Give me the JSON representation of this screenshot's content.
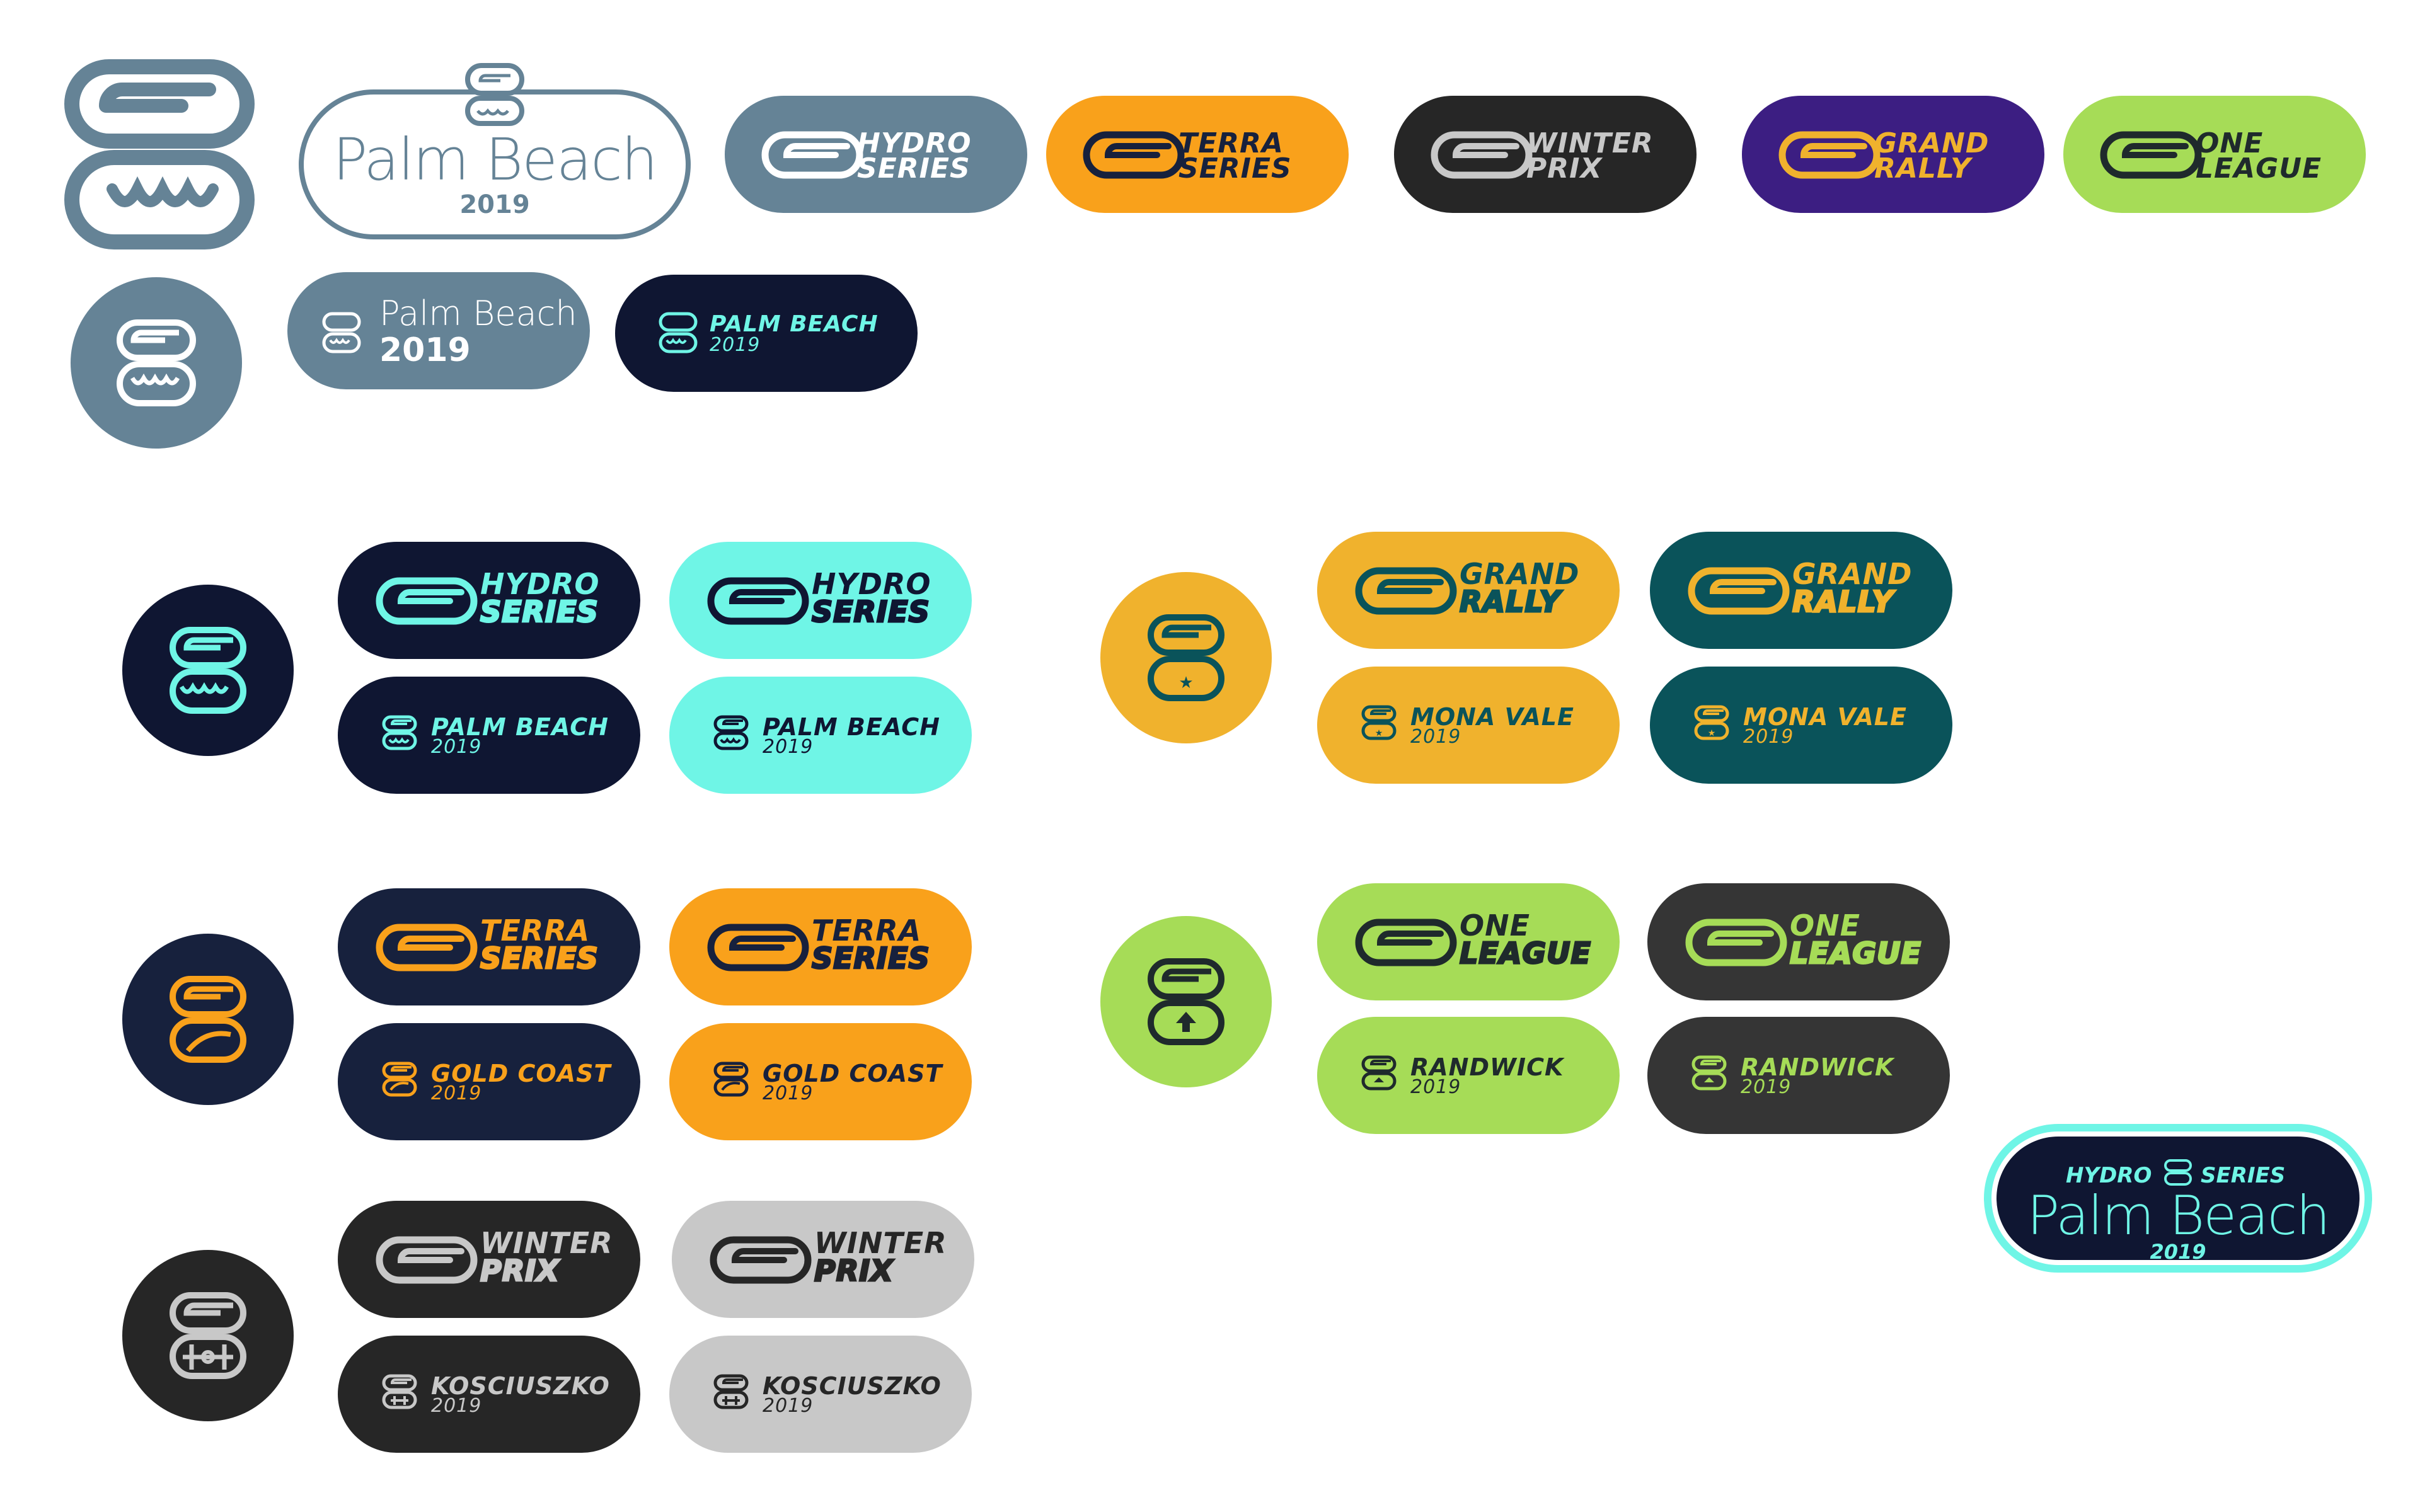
{
  "top_logos": {
    "palm_beach_outline": {
      "city": "Palm Beach",
      "year": "2019"
    },
    "palm_beach_badge": {
      "city": "Palm Beach",
      "year": "2019"
    },
    "palm_beach_dark": {
      "city": "PALM BEACH",
      "year": "2019"
    },
    "series": [
      {
        "l1": "HYDRO",
        "l2": "SERIES",
        "bg": "#658396",
        "fg": "#ffffff"
      },
      {
        "l1": "TERRA",
        "l2": "SERIES",
        "bg": "#f9a11b",
        "fg": "#17213d"
      },
      {
        "l1": "WINTER",
        "l2": "PRIX",
        "bg": "#262626",
        "fg": "#c8c8c8"
      },
      {
        "l1": "GRAND",
        "l2": "RALLY",
        "bg": "#3c1e82",
        "fg": "#f0b22d"
      },
      {
        "l1": "ONE",
        "l2": "LEAGUE",
        "bg": "#a6dc57",
        "fg": "#1f2a2c"
      }
    ]
  },
  "hydro": {
    "series": {
      "l1": "HYDRO",
      "l2": "SERIES"
    },
    "event": {
      "city": "PALM BEACH",
      "year": "2019"
    },
    "colors": {
      "dark": "#0f1632",
      "accent": "#6ff5e6"
    }
  },
  "terra": {
    "series": {
      "l1": "TERRA",
      "l2": "SERIES"
    },
    "event": {
      "city": "GOLD COAST",
      "year": "2019"
    },
    "colors": {
      "dark": "#17213d",
      "accent": "#f9a11b"
    }
  },
  "winter": {
    "series": {
      "l1": "WINTER",
      "l2": "PRIX"
    },
    "event": {
      "city": "KOSCIUSZKO",
      "year": "2019"
    },
    "colors": {
      "dark": "#262626",
      "accent": "#c8c8c8"
    }
  },
  "grand": {
    "series": {
      "l1": "GRAND",
      "l2": "RALLY"
    },
    "event": {
      "city": "MONA VALE",
      "year": "2019"
    },
    "colors": {
      "gold": "#f0b22d",
      "teal": "#0a535a",
      "ink": "#0a535a"
    }
  },
  "one": {
    "series": {
      "l1": "ONE",
      "l2": "LEAGUE"
    },
    "event": {
      "city": "RANDWICK",
      "year": "2019"
    },
    "colors": {
      "lime": "#a6dc57",
      "dark": "#353535",
      "ink": "#1f2a2c"
    }
  },
  "feature_badge": {
    "left": "HYDRO",
    "right": "SERIES",
    "city": "Palm Beach",
    "year": "2019",
    "colors": {
      "bg": "#0f1632",
      "ring": "#6ff5e6"
    }
  }
}
